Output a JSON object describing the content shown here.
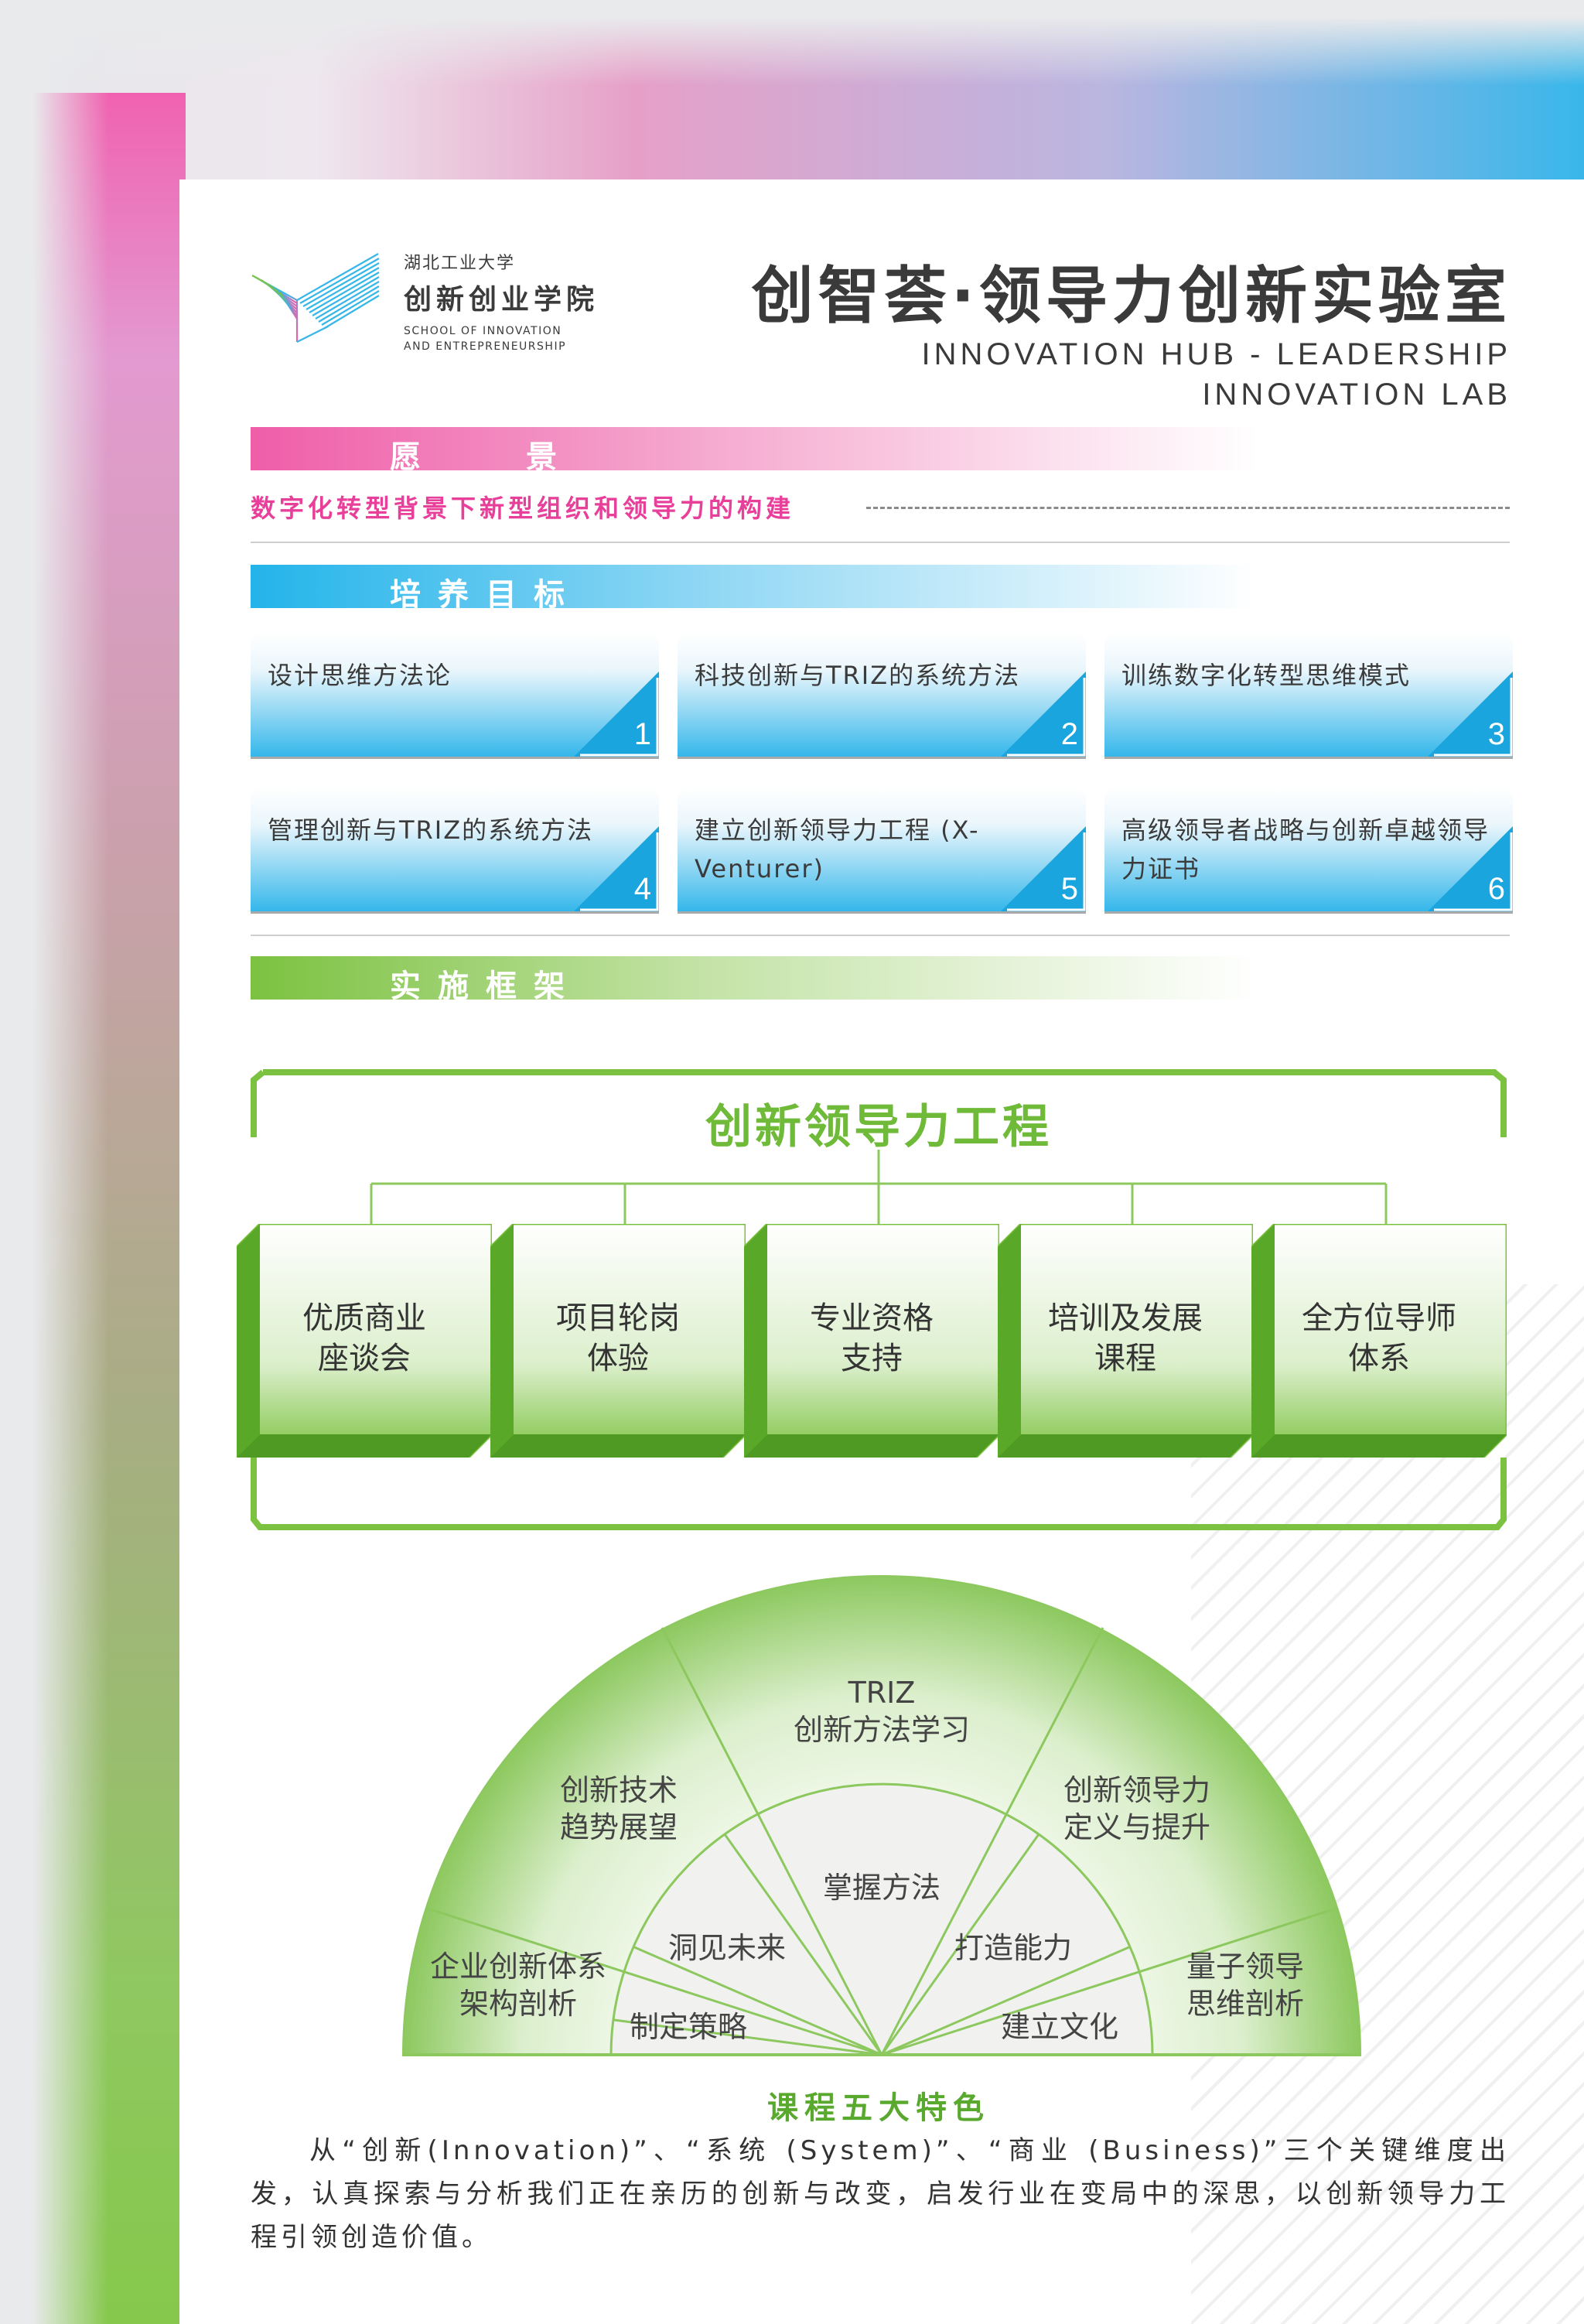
{
  "school": {
    "university": "湖北工业大学",
    "college": "创新创业学院",
    "english_line1": "SCHOOL OF INNOVATION",
    "english_line2": "AND ENTREPRENEURSHIP"
  },
  "header": {
    "title": "创智荟·领导力创新实验室",
    "subtitle": "INNOVATION HUB - LEADERSHIP\nINNOVATION LAB"
  },
  "vision": {
    "heading": "愿　　　景",
    "statement": "数字化转型背景下新型组织和领导力的构建"
  },
  "goals": {
    "heading": "培养目标",
    "items": [
      {
        "text": "设计思维方法论",
        "num": "1"
      },
      {
        "text": "科技创新与TRIZ的系统方法",
        "num": "2"
      },
      {
        "text": "训练数字化转型思维模式",
        "num": "3"
      },
      {
        "text": "管理创新与TRIZ的系统方法",
        "num": "4"
      },
      {
        "text": "建立创新领导力工程 (X-Venturer)",
        "num": "5"
      },
      {
        "text": "高级领导者战略与创新卓越领导力证书",
        "num": "6"
      }
    ]
  },
  "framework": {
    "heading": "实施框架",
    "title": "创新领导力工程",
    "boxes": [
      "优质商业\n座谈会",
      "项目轮岗\n体验",
      "专业资格\n支持",
      "培训及发展\n课程",
      "全方位导师\n体系"
    ]
  },
  "features": {
    "outer": [
      "企业创新体系\n架构剖析",
      "创新技术\n趋势展望",
      "TRIZ\n创新方法学习",
      "创新领导力\n定义与提升",
      "量子领导\n思维剖析"
    ],
    "inner": [
      "制定策略",
      "洞见未来",
      "掌握方法",
      "打造能力",
      "建立文化"
    ],
    "title": "课程五大特色",
    "description": "从“创新(Innovation)”、“系统 (System)”、“商业 (Business)”三个关键维度出发，认真探索与分析我们正在亲历的创新与改变，启发行业在变局中的深思，以创新领导力工程引领创造价值。"
  },
  "colors": {
    "pink": "#ef5ea9",
    "blue": "#23b4ea",
    "green": "#7cc241"
  }
}
